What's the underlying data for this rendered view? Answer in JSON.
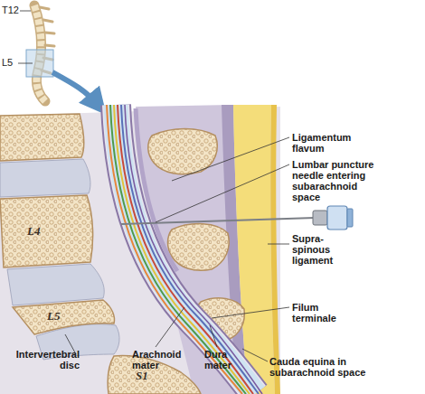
{
  "diagram": {
    "labels": [
      "T12",
      "L5",
      "Ligamentum flavum",
      "Lumbar puncture needle entering subarachnoid space",
      "L4",
      "Supra- spinous ligament",
      "L5",
      "Filum terminale",
      "S1",
      "Intervertebral disc",
      "Arachnoid mater",
      "Dura mater",
      "Cauda equina in subarachnoid space"
    ]
  }
}
